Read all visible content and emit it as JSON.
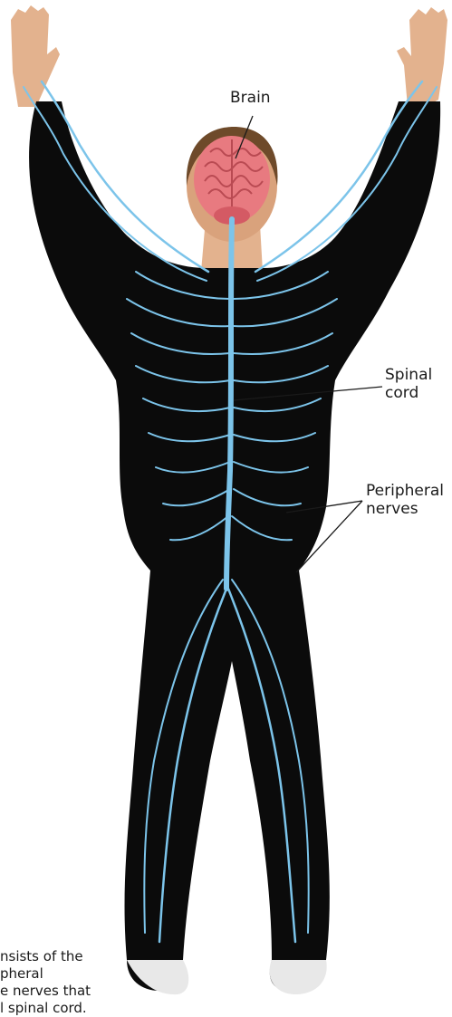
{
  "labels": {
    "brain": "Brain",
    "spinal_cord": "Spinal\ncord",
    "peripheral_nerves": "Peripheral\nnerves"
  },
  "caption": "nsists of the\npheral\ne nerves that\nl spinal cord.",
  "colors": {
    "body": "#0b0b0b",
    "skin": "#e3b28e",
    "nerve": "#7cc4ea",
    "brain": "#e87a80",
    "hair": "#6e4a2a",
    "shoe": "#e8e8e8"
  }
}
